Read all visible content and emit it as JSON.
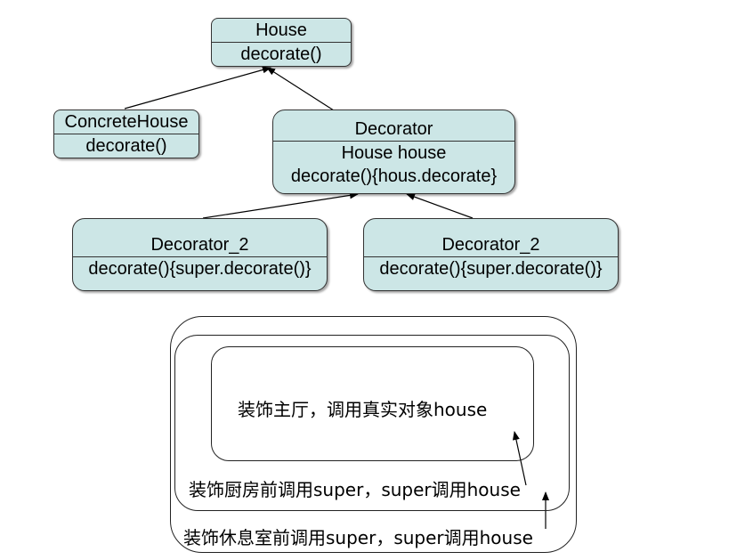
{
  "classes": {
    "house": {
      "name": "House",
      "method": "decorate()"
    },
    "concrete_house": {
      "name": "ConcreteHouse",
      "method": "decorate()"
    },
    "decorator": {
      "name": "Decorator",
      "field": "House house",
      "method": "decorate(){hous.decorate}"
    },
    "decorator_2_left": {
      "name": "Decorator_2",
      "method": "decorate(){super.decorate()}"
    },
    "decorator_2_right": {
      "name": "Decorator_2",
      "method": "decorate(){super.decorate()}"
    }
  },
  "nested_calls": {
    "inner": "装饰主厅，调用真实对象house",
    "middle": "装饰厨房前调用super，super调用house",
    "outer": "装饰休息室前调用super，super调用house"
  }
}
